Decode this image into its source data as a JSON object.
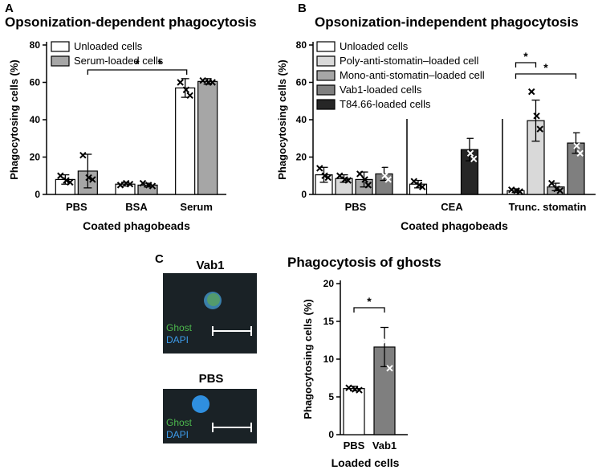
{
  "panels": {
    "A": {
      "letter": "A",
      "title": "Opsonization-dependent phagocytosis"
    },
    "B": {
      "letter": "B",
      "title": "Opsonization-independent phagocytosis"
    },
    "C": {
      "letter": "C",
      "title": "Phagocytosis of ghosts"
    }
  },
  "micrographs": [
    {
      "title": "Vab1",
      "label_ghost": "Ghost",
      "label_dapi": "DAPI"
    },
    {
      "title": "PBS",
      "label_ghost": "Ghost",
      "label_dapi": "DAPI"
    }
  ],
  "colors": {
    "white_bar": "#ffffff",
    "light_gray": "#d9d9d9",
    "mid_gray": "#a6a6a6",
    "dark_gray": "#7f7f7f",
    "near_black": "#262626",
    "ghost_green": "#4db84d",
    "dapi_blue": "#3d9be9"
  },
  "chart_data": [
    {
      "type": "bar",
      "panel": "A",
      "title": "Opsonization-dependent phagocytosis",
      "xlabel": "Coated phagobeads",
      "ylabel": "Phagocytosing cells (%)",
      "ylim": [
        0,
        80
      ],
      "yticks": [
        0,
        20,
        40,
        60,
        80
      ],
      "grid": false,
      "legend_position": "top-left",
      "categories": [
        "PBS",
        "BSA",
        "Serum"
      ],
      "series": [
        {
          "name": "Unloaded cells",
          "color": "#ffffff",
          "values": [
            8,
            5.5,
            57
          ],
          "errors": [
            2.5,
            1,
            5
          ],
          "points": [
            [
              10,
              7.5,
              6.5
            ],
            [
              5,
              6,
              5.5
            ],
            [
              60,
              56,
              53
            ]
          ]
        },
        {
          "name": "Serum-loaded cells",
          "color": "#a6a6a6",
          "values": [
            12.5,
            5,
            60.5
          ],
          "errors": [
            9,
            1,
            1.5
          ],
          "points": [
            [
              21,
              9,
              8
            ],
            [
              6,
              5,
              4.5
            ],
            [
              61,
              60,
              60
            ]
          ]
        }
      ],
      "significance": [
        {
          "from": 0,
          "to": 2,
          "label": "*"
        },
        {
          "from": 1,
          "to": 2,
          "label": "*"
        }
      ]
    },
    {
      "type": "bar",
      "panel": "B",
      "title": "Opsonization-independent phagocytosis",
      "xlabel": "Coated phagobeads",
      "ylabel": "Phagocytosing cells (%)",
      "ylim": [
        0,
        80
      ],
      "yticks": [
        0,
        20,
        40,
        60,
        80
      ],
      "grid": false,
      "legend_position": "top-left",
      "categories": [
        "PBS",
        "CEA",
        "Trunc. stomatin"
      ],
      "series": [
        {
          "name": "Unloaded cells",
          "color": "#ffffff",
          "values": [
            10.5,
            5.5,
            2
          ],
          "errors": [
            4,
            2,
            1
          ],
          "points": [
            [
              14,
              10,
              9
            ],
            [
              7,
              5,
              4
            ],
            [
              2.5,
              2,
              1.5
            ]
          ]
        },
        {
          "name": "Poly-anti-stomatin–loaded cell",
          "color": "#d9d9d9",
          "values": [
            8.5,
            null,
            39.5
          ],
          "errors": [
            2,
            null,
            11
          ],
          "points": [
            [
              10,
              8,
              7.5
            ],
            [],
            [
              55,
              42,
              35
            ]
          ]
        },
        {
          "name": "Mono-anti-stomatin–loaded cell",
          "color": "#a6a6a6",
          "values": [
            8,
            null,
            4
          ],
          "errors": [
            4,
            null,
            2
          ],
          "points": [
            [
              11,
              8,
              5
            ],
            [],
            [
              6,
              3,
              2
            ]
          ]
        },
        {
          "name": "Vab1-loaded cells",
          "color": "#7f7f7f",
          "values": [
            11,
            null,
            27.5
          ],
          "errors": [
            3.5,
            null,
            5.5
          ],
          "points": [
            [
              14,
              10,
              8
            ],
            [],
            [
              33,
              26,
              22
            ]
          ]
        },
        {
          "name": "T84.66-loaded cells",
          "color": "#262626",
          "values": [
            null,
            24,
            null
          ],
          "errors": [
            null,
            6,
            null
          ],
          "points": [
            [],
            [
              30,
              22,
              19
            ],
            []
          ]
        }
      ],
      "significance": [
        {
          "group": 2,
          "from": 0,
          "to": 1,
          "label": "*"
        },
        {
          "group": 2,
          "from": 0,
          "to": 3,
          "label": "*"
        }
      ]
    },
    {
      "type": "bar",
      "panel": "C",
      "title": "Phagocytosis of ghosts",
      "xlabel": "Loaded cells",
      "ylabel": "Phagocytosing cells (%)",
      "ylim": [
        0,
        20
      ],
      "yticks": [
        0,
        5,
        10,
        15,
        20
      ],
      "grid": false,
      "categories": [
        "PBS",
        "Vab1"
      ],
      "colors": [
        "#ffffff",
        "#7f7f7f"
      ],
      "values": [
        6.1,
        11.6
      ],
      "errors": [
        0.3,
        2.6
      ],
      "points": [
        [
          6.2,
          6.0,
          5.9
        ],
        [
          13.6,
          12.4,
          8.8
        ]
      ],
      "significance": [
        {
          "from": 0,
          "to": 1,
          "label": "*"
        }
      ]
    }
  ]
}
